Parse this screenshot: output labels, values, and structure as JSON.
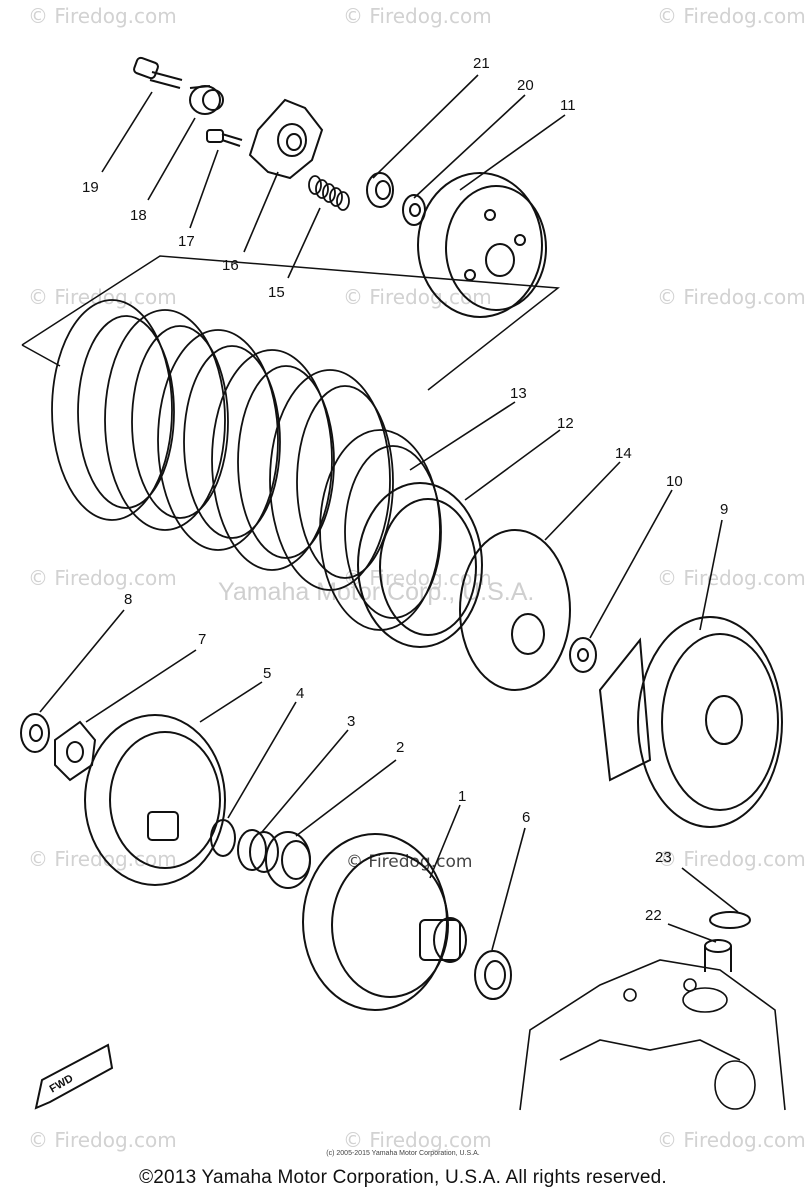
{
  "watermark": {
    "text": "© Firedog.com"
  },
  "diagram": {
    "center_watermark": "© Firedog.com",
    "ghost_text": "Yamaha Motor Corp., U.S.A.",
    "direction_label": "FWD",
    "fine_print": "(c) 2005-2015 Yamaha Motor Corporation, U.S.A.",
    "callouts": {
      "p1": "1",
      "p2": "2",
      "p3": "3",
      "p4": "4",
      "p5": "5",
      "p6": "6",
      "p7": "7",
      "p8": "8",
      "p9": "9",
      "p10": "10",
      "p11": "11",
      "p12": "12",
      "p13": "13",
      "p14": "14",
      "p15": "15",
      "p16": "16",
      "p17": "17",
      "p18": "18",
      "p19": "19",
      "p20": "20",
      "p21": "21",
      "p22": "22",
      "p23": "23"
    }
  },
  "footer": {
    "copyright": "©2013 Yamaha Motor Corporation, U.S.A. All rights reserved."
  }
}
